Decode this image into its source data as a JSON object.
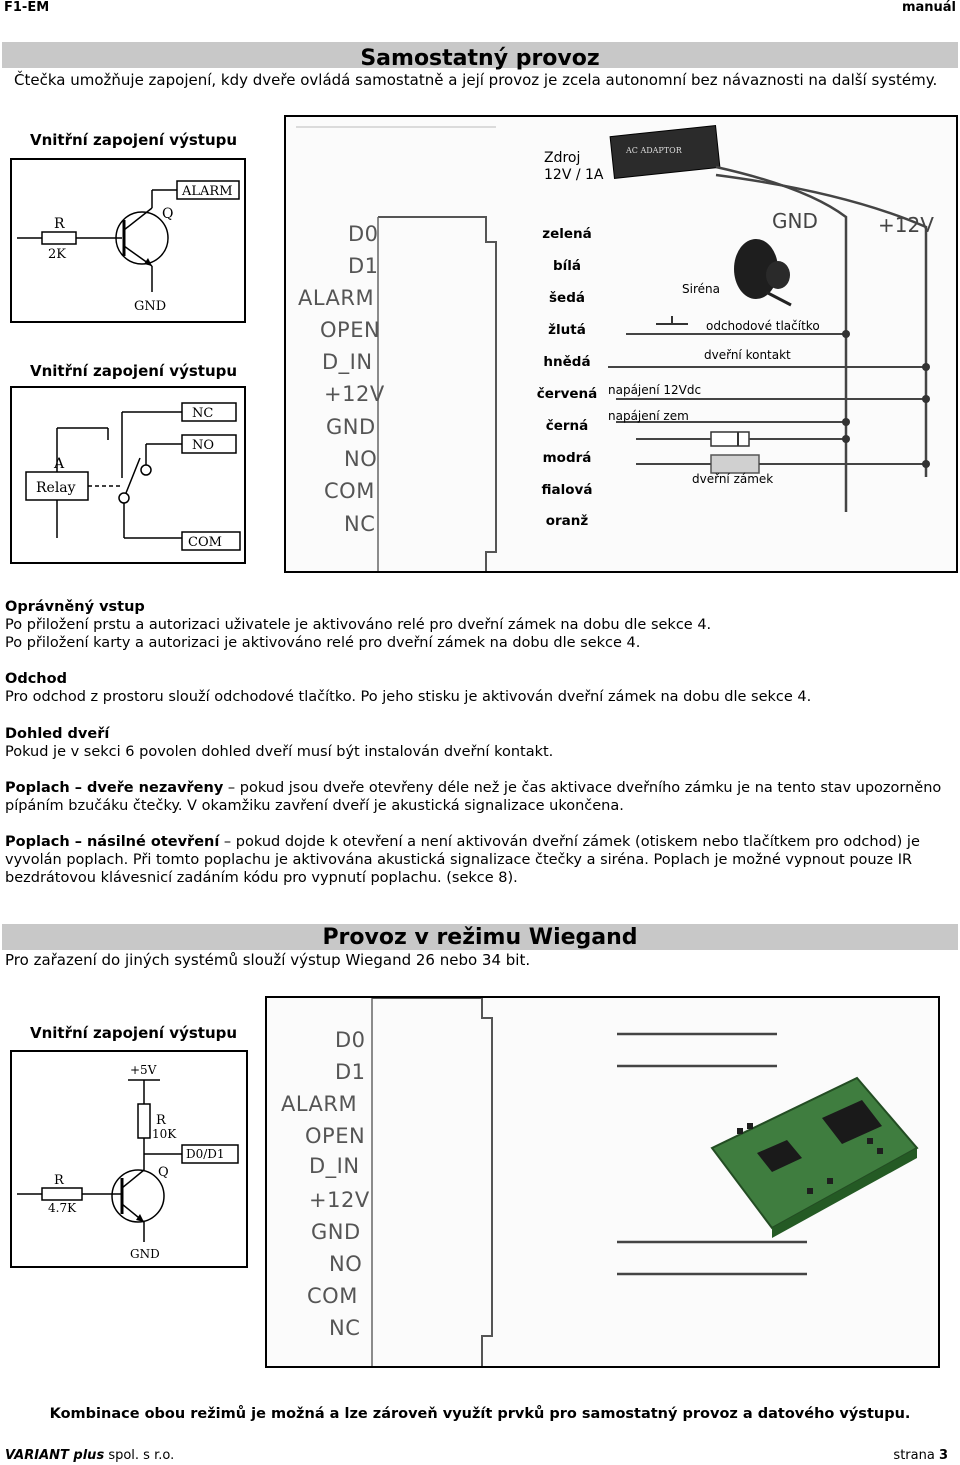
{
  "header": {
    "left": "F1-EM",
    "right": "manuál"
  },
  "section1": {
    "title": "Samostatný provoz",
    "intro": "Čtečka umožňuje zapojení, kdy dveře ovládá samostatně a její provoz je zcela autonomní bez návaznosti na další systémy.",
    "label_top": "Vnitřní zapojení výstupu",
    "label_mid": "Vnitřní zapojení výstupu",
    "transistor": {
      "R": "R",
      "R_val": "2K",
      "Q": "Q",
      "alarm": "ALARM",
      "gnd": "GND"
    },
    "relay": {
      "nc": "NC",
      "no": "NO",
      "a": "A",
      "relay": "Relay",
      "com": "COM"
    },
    "power": {
      "line1": "Zdroj",
      "line2": "12V / 1A",
      "adapter": "AC ADAPTOR"
    },
    "terminals": [
      "D0",
      "D1",
      "ALARM",
      "OPEN",
      "D_IN",
      "+12V",
      "GND",
      "NO",
      "COM",
      "NC"
    ],
    "wires": [
      "zelená",
      "bílá",
      "šedá",
      "žlutá",
      "hnědá",
      "červená",
      "černá",
      "modrá",
      "fialová",
      "oranž"
    ],
    "labels": {
      "gnd": "GND",
      "plus12": "+12V",
      "sirena": "Siréna",
      "exit_button": "odchodové tlačítko",
      "door_contact": "dveřní kontakt",
      "power_12": "napájení 12Vdc",
      "power_gnd": "napájení zem",
      "door_lock": "dveřní zámek"
    }
  },
  "paragraphs": {
    "p1_title": "Oprávněný vstup",
    "p1_line1": "Po přiložení prstu a autorizaci uživatele je aktivováno relé pro dveřní zámek na dobu dle sekce 4.",
    "p1_line2": "Po přiložení karty a autorizaci je aktivováno relé pro dveřní zámek na dobu dle sekce 4.",
    "p2_title": "Odchod",
    "p2_text": "Pro odchod z prostoru slouží odchodové tlačítko. Po jeho stisku je aktivován dveřní zámek na dobu dle sekce 4.",
    "p3_title": "Dohled dveří",
    "p3_text": "Pokud je v sekci 6 povolen dohled dveří musí být instalován dveřní kontakt.",
    "p4_title": "Poplach – dveře nezavřeny",
    "p4_text": " – pokud jsou dveře otevřeny déle než je čas aktivace dveřního zámku je na tento stav upozorněno pípáním bzučáku čtečky. V okamžiku zavření dveří je akustická signalizace ukončena.",
    "p5_title": "Poplach – násilné otevření",
    "p5_text": " – pokud dojde k otevření a není aktivován dveřní zámek (otiskem nebo tlačítkem pro odchod) je vyvolán poplach. Při tomto poplachu je aktivována akustická signalizace čtečky a siréna. Poplach je možné vypnout pouze IR bezdrátovou klávesnicí zadáním kódu pro vypnutí poplachu. (sekce 8)."
  },
  "section2": {
    "title": "Provoz v režimu Wiegand",
    "intro": "Pro zařazení do jiných systémů slouží výstup Wiegand 26 nebo 34 bit.",
    "label": "Vnitřní zapojení výstupu",
    "schematic": {
      "plus5": "+5V",
      "R": "R",
      "R_val": "10K",
      "d0d1": "D0/D1",
      "R2": "R",
      "R2_val": "4.7K",
      "Q": "Q",
      "gnd": "GND"
    },
    "terminals": [
      "D0",
      "D1",
      "ALARM",
      "OPEN",
      "D_IN",
      "+12V",
      "GND",
      "NO",
      "COM",
      "NC"
    ]
  },
  "footer_note": "Kombinace obou režimů je možná a lze zároveň využít prvků pro samostatný provoz a datového výstupu.",
  "footer": {
    "company_bold": "VARIANT plus",
    "company_rest": " spol. s r.o.",
    "page_label": "strana ",
    "page_num": "3"
  }
}
